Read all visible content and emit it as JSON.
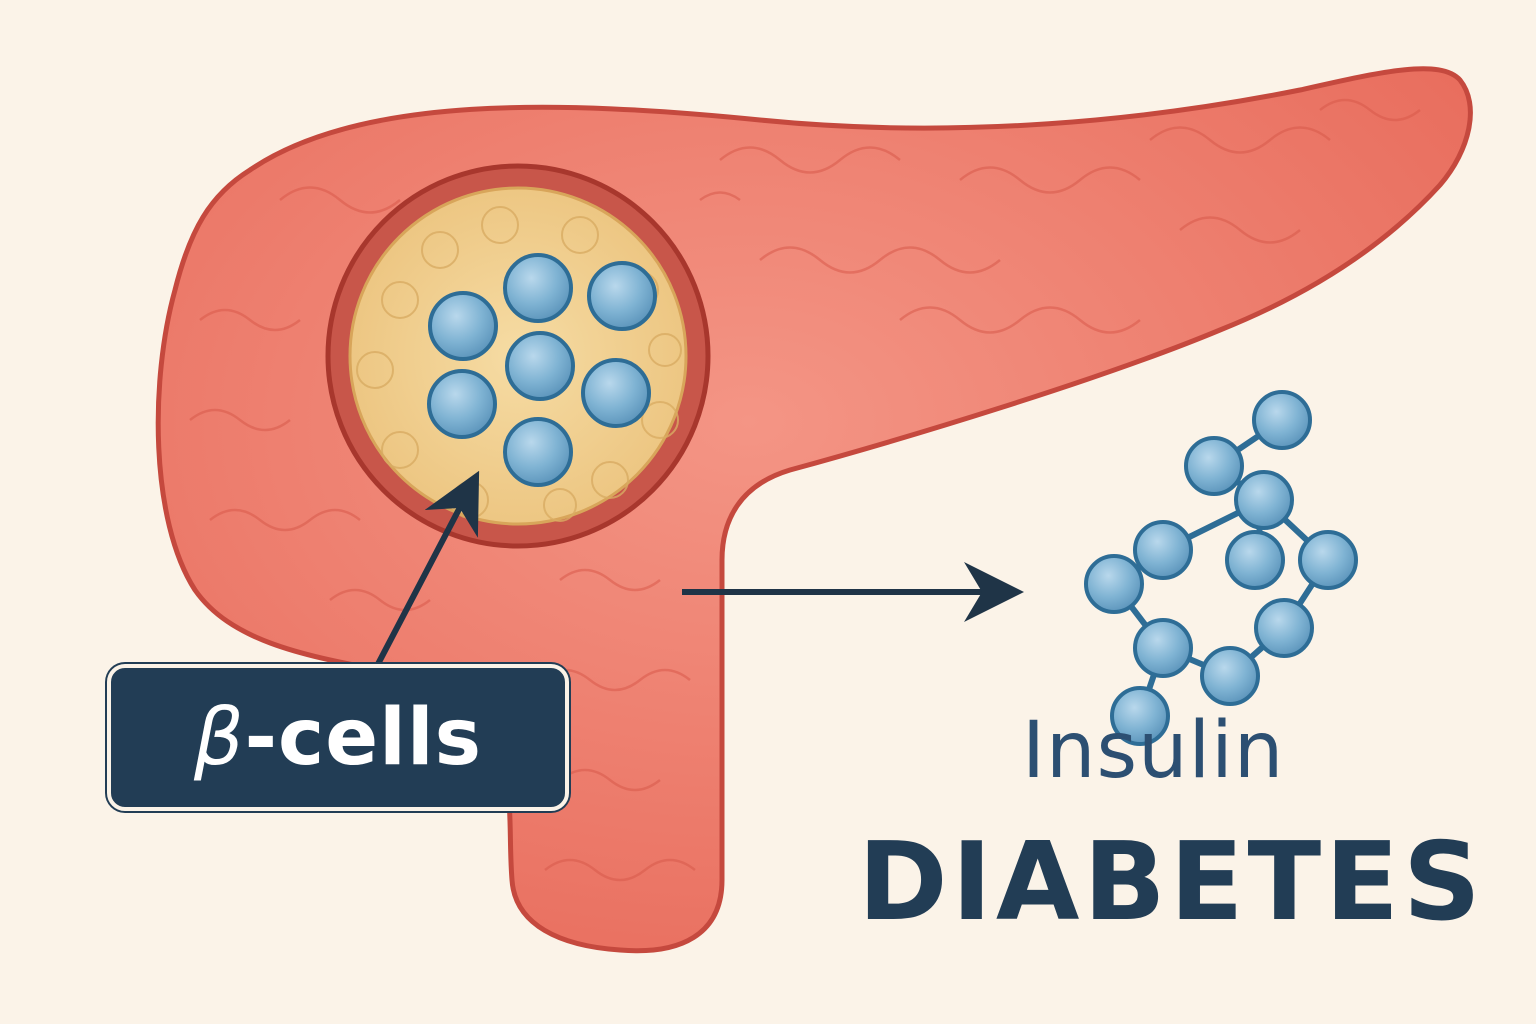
{
  "labels": {
    "cell_label_symbol": "β",
    "cell_label_text": "-cells",
    "hormone": "Insulin",
    "condition": "DIABETES"
  },
  "colors": {
    "background": "#fbf3e8",
    "organ": "#ee7c6b",
    "organ_outline": "#c5493e",
    "islet": "#f2cf8c",
    "cell": "#7fb3d3",
    "cell_outline": "#2e6d96",
    "label_bg": "#223d55",
    "text_primary": "#223d55",
    "text_secondary": "#2c4f72"
  },
  "icons": {
    "organ": "pancreas-icon",
    "cells": "beta-cell-icon",
    "molecule": "insulin-molecule-icon",
    "arrow": "arrow-icon"
  }
}
